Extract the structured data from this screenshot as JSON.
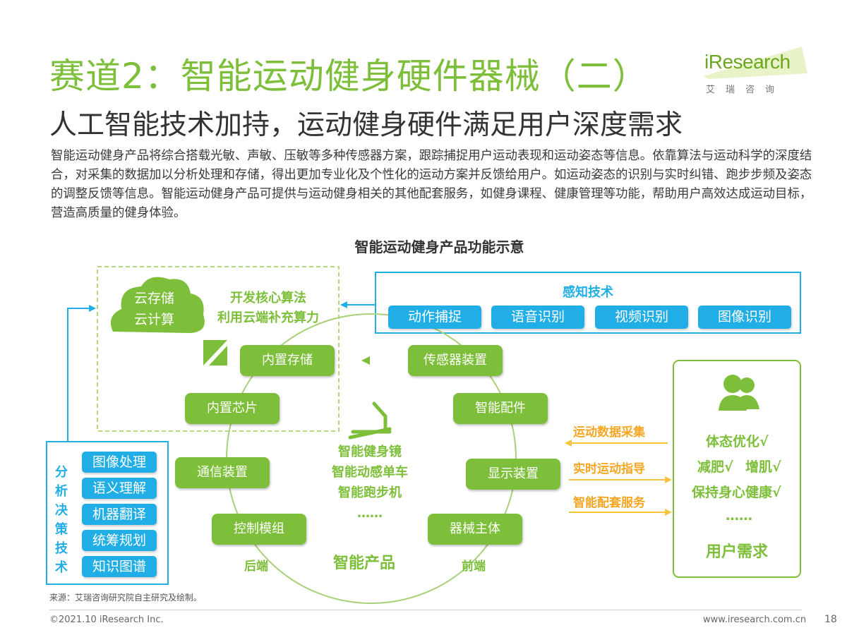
{
  "header": {
    "title": "赛道2：智能运动健身硬件器械（二）",
    "subtitle": "人工智能技术加持，运动健身硬件满足用户深度需求"
  },
  "logo": {
    "name": "iResearch",
    "sub": "艾瑞咨询"
  },
  "intro": "智能运动健身产品将综合搭载光敏、声敏、压敏等多种传感器方案，跟踪捕捉用户运动表现和运动姿态等信息。依靠算法与运动科学的深度结合，对采集的数据加以分析处理和存储，得出更加专业化及个性化的运动方案并反馈给用户。如运动姿态的识别与实时纠错、跑步步频及姿态的调整反馈等信息。智能运动健身产品可提供与运动健身相关的其他配套服务，如健身课程、健康管理等功能，帮助用户高效达成运动目标，营造高质量的健身体验。",
  "diagram": {
    "title": "智能运动健身产品功能示意",
    "cloud": [
      "云存储",
      "云计算"
    ],
    "core_algorithm": [
      "开发核心算法",
      "利用云端补充算力"
    ],
    "perception": {
      "title": "感知技术",
      "items": [
        "动作捕捉",
        "语音识别",
        "视频识别",
        "图像识别"
      ]
    },
    "analysis": {
      "title": "分析决策技术",
      "items": [
        "图像处理",
        "语义理解",
        "机器翻译",
        "统筹规划",
        "知识图谱"
      ]
    },
    "cycle": {
      "storage": "内置存储",
      "sensor": "传感器装置",
      "chip": "内置芯片",
      "accessory": "智能配件",
      "comm": "通信装置",
      "display": "显示装置",
      "control": "控制模组",
      "body": "器械主体"
    },
    "products": [
      "智能健身镜",
      "智能动感单车",
      "智能跑步机",
      "……"
    ],
    "backend": "后端",
    "frontend": "前端",
    "center_label": "智能产品",
    "arrows": [
      "运动数据采集",
      "实时运动指导",
      "智能配套服务"
    ],
    "user": {
      "needs": [
        "体态优化√",
        "减肥√",
        "增肌√",
        "保持身心健康√",
        "……"
      ],
      "title": "用户需求"
    }
  },
  "footer": {
    "source": "来源：艾瑞咨询研究院自主研究及绘制。",
    "copyright": "©2021.10 iResearch Inc.",
    "site": "www.iresearch.com.cn",
    "page": "18"
  }
}
